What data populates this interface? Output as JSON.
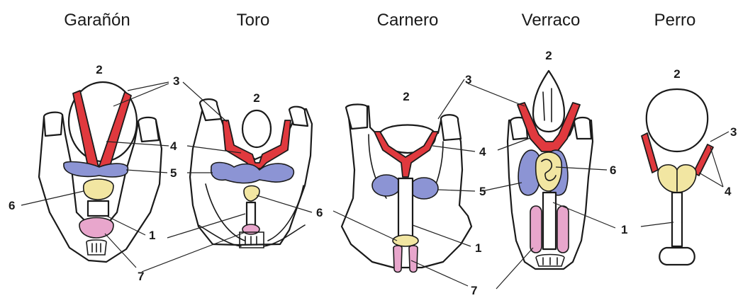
{
  "species": [
    "Garañón",
    "Toro",
    "Carnero",
    "Verraco",
    "Perro"
  ],
  "labels": {
    "n1": "1",
    "n2": "2",
    "n3": "3",
    "n4": "4",
    "n5": "5",
    "n6": "6",
    "n7": "7"
  },
  "colors": {
    "conducto_deferente": "#e0393e",
    "glandula_5": "#8c94d4",
    "glandula_6": "#f2e6a2",
    "glandula_7": "#e8a6cc",
    "outline": "#1a1a1a"
  }
}
